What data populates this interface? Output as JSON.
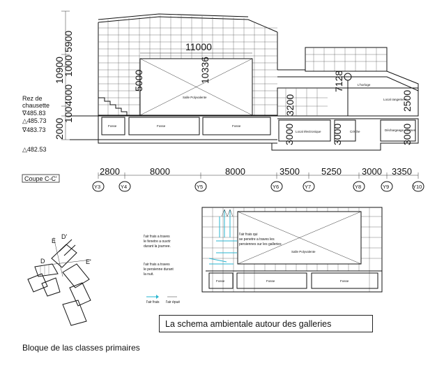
{
  "section": {
    "coupe_label": "Coupe C-C'",
    "level_header_1": "Rez de",
    "level_header_2": "chausette",
    "levels": [
      "∇485.83",
      "△485.73",
      "∇483.73",
      "△482.53"
    ],
    "vertical_dims_left": [
      "5900",
      "10900",
      "1000",
      "4000",
      "100",
      "2000"
    ],
    "span_dim": "11000",
    "hall_dims": [
      "5000",
      "10336"
    ],
    "right_dims": [
      "7128",
      "3200",
      "2500",
      "3000",
      "3000",
      "3000"
    ],
    "room_labels": {
      "hall": "Salle Polyvalente",
      "horloge": "L'horloge",
      "local_rangement": "Local rangement",
      "local_electronique": "Local électronique",
      "creche": "Crèche",
      "decharge": "Déchargeage courses",
      "fosse": "Fosse"
    }
  },
  "grid": {
    "spacings": [
      "2800",
      "8000",
      "8000",
      "3500",
      "5250",
      "3000",
      "3350"
    ],
    "axes": [
      "Y3",
      "Y4",
      "Y5",
      "Y6",
      "Y7",
      "Y8",
      "Y9",
      "Y10"
    ]
  },
  "plan": {
    "labels": [
      "D'",
      "E",
      "D",
      "E'"
    ]
  },
  "schema": {
    "note_left_1": [
      "l'air frais a traves",
      "le fenetre a ouvrir",
      "durant la journee."
    ],
    "note_left_2": [
      "l'air frais a traves",
      "le persienne durant",
      "la nuit."
    ],
    "note_center": [
      "l'air frais qui",
      "se penetre a traves les",
      "persiennes sur les galleries"
    ],
    "hall": "Salle Polyvalente",
    "fosse": "Fosse",
    "legend_fresh": "l'air frais",
    "legend_exhaust": "l'air épué",
    "caption": "La schema ambientale autour des galleries"
  },
  "footer": {
    "title": "Bloque de las classes primaires"
  }
}
